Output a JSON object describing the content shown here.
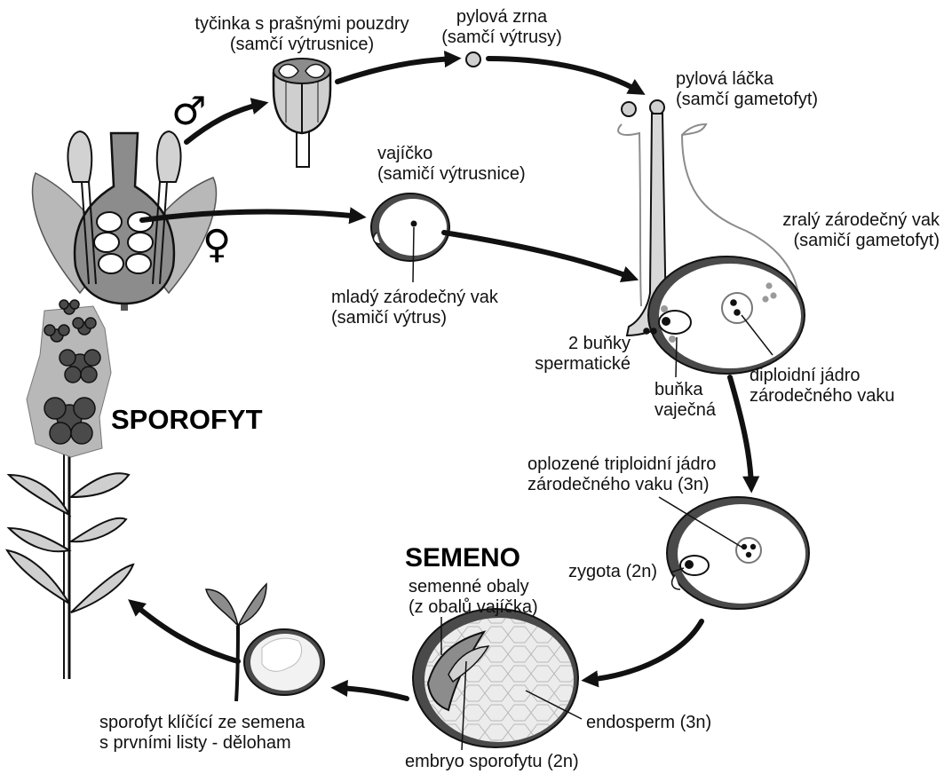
{
  "colors": {
    "background": "#ffffff",
    "outline": "#111111",
    "dark_gray": "#4a4a4a",
    "mid_gray": "#8c8c8c",
    "light_gray": "#cfcfcf",
    "petal_gray": "#b8b8b8"
  },
  "headings": {
    "sporofyt": "SPOROFYT",
    "semeno": "SEMENO"
  },
  "symbols": {
    "male": "♂",
    "female": "♀"
  },
  "labels": {
    "stamen_1": "tyčinka s prašnými pouzdry",
    "stamen_2": "(samčí výtrusnice)",
    "pollen_1": "pylová zrna",
    "pollen_2": "(samčí výtrusy)",
    "tube_1": "pylová láčka",
    "tube_2": "(samčí gametofyt)",
    "ovule_1": "vajíčko",
    "ovule_2": "(samičí výtrusnice)",
    "mature_sac_1": "zralý zárodečný vak",
    "mature_sac_2": "(samičí gametofyt)",
    "young_sac_1": "mladý zárodečný vak",
    "young_sac_2": "(samičí výtrus)",
    "sperm_1": "2 buňky",
    "sperm_2": "spermatické",
    "egg_1": "buňka",
    "egg_2": "vaječná",
    "diploid_1": "diploidní jádro",
    "diploid_2": "zárodečného vaku",
    "triploid_1": "oplozené triploidní jádro",
    "triploid_2": "zárodečného vaku (3n)",
    "zygote": "zygota (2n)",
    "coats_1": "semenné obaly",
    "coats_2": "(z obalů vajíčka)",
    "endosperm": "endosperm (3n)",
    "embryo": "embryo sporofytu (2n)",
    "seedling_1": "sporofyt klíčící ze semena",
    "seedling_2": "s prvními listy - děloham"
  }
}
